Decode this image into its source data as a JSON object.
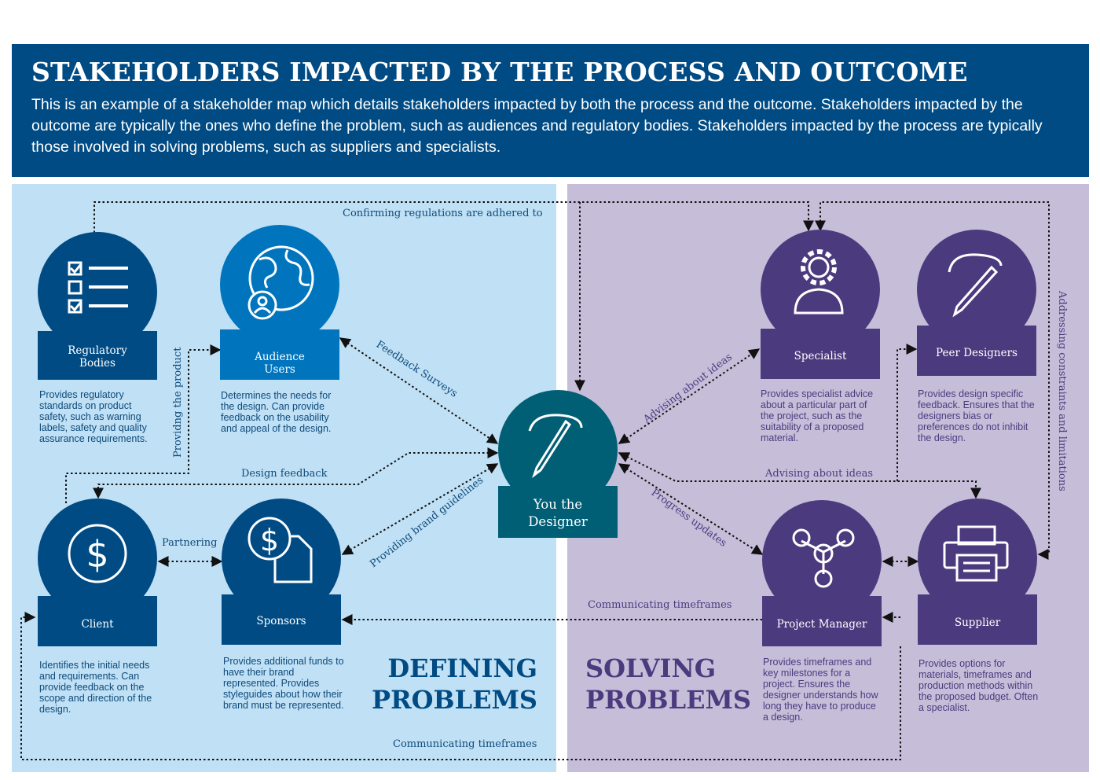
{
  "header": {
    "title": "STAKEHOLDERS IMPACTED BY THE PROCESS AND OUTCOME",
    "description": "This is an example of a stakeholder map which details stakeholders impacted by both the process and the outcome. Stakeholders impacted by the outcome are typically the ones who define the problem, such as audiences and regulatory bodies. Stakeholders impacted by the process are typically those involved in solving problems, such as suppliers and specialists."
  },
  "colors": {
    "header_bg": "#004b84",
    "left_panel": "#bfe0f5",
    "right_panel": "#c6bdd9",
    "navy": "#004b84",
    "audience_blue": "#0075be",
    "teal": "#005e75",
    "purple": "#4c3a7e"
  },
  "sections": {
    "defining": [
      "DEFINING",
      "PROBLEMS"
    ],
    "solving": [
      "SOLVING",
      "PROBLEMS"
    ]
  },
  "nodes": {
    "regulatory": {
      "label": [
        "Regulatory",
        "Bodies"
      ],
      "icon": "checklist-icon",
      "description": "Provides regulatory standards on product safety, such as warning labels, safety and quality assurance requirements."
    },
    "audience": {
      "label": [
        "Audience",
        "Users"
      ],
      "icon": "globe-user-icon",
      "description": "Determines the needs for the design. Can provide feedback on the usability and appeal of the design."
    },
    "client": {
      "label": [
        "Client"
      ],
      "icon": "dollar-icon",
      "description": "Identifies the initial needs and requirements. Can provide feedback on the scope and direction of the design."
    },
    "sponsors": {
      "label": [
        "Sponsors"
      ],
      "icon": "dollar-document-icon",
      "description": "Provides additional funds to have their brand represented. Provides styleguides about how their brand must be represented."
    },
    "designer": {
      "label": [
        "You the",
        "Designer"
      ],
      "icon": "pencil-icon"
    },
    "specialist": {
      "label": [
        "Specialist"
      ],
      "icon": "gear-person-icon",
      "description": "Provides specialist advice about a particular part of the project, such as the suitability of a proposed material."
    },
    "peer": {
      "label": [
        "Peer Designers"
      ],
      "icon": "pencil-icon",
      "description": "Provides design specific feedback. Ensures that the designers bias or preferences do not inhibit the design."
    },
    "pm": {
      "label": [
        "Project Manager"
      ],
      "icon": "network-people-icon",
      "description": "Provides timeframes and key milestones for a project. Ensures the designer understands how long they have to produce a design."
    },
    "supplier": {
      "label": [
        "Supplier"
      ],
      "icon": "printer-icon",
      "description": "Provides options for materials, timeframes and production methods within the proposed budget. Often a specialist."
    }
  },
  "connections": {
    "confirming": "Confirming regulations are adhered to",
    "feedback_surveys": "Feedback Surveys",
    "providing_product": "Providng the product",
    "design_feedback": "Design feedback",
    "partnering": "Partnering",
    "brand_guidelines": "Providing brand guidelines",
    "advising_1": "Advising about ideas",
    "advising_2": "Advising about ideas",
    "progress": "Progress updates",
    "comm_1": "Communicating timeframes",
    "comm_2": "Communicating timeframes",
    "constraints": "Addressing constraints and limitations"
  }
}
